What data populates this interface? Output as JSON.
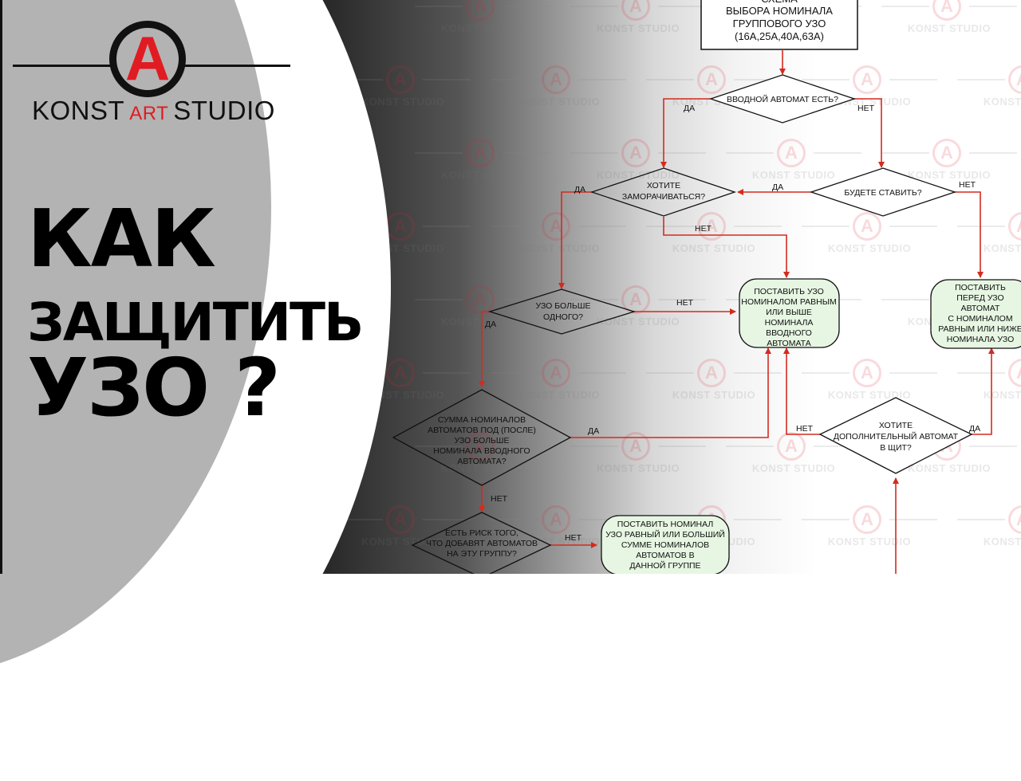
{
  "logo": {
    "letter": "A",
    "brand_left": "KONST",
    "brand_mid": "ART",
    "brand_right": "STUDIO",
    "accent_color": "#e11b22"
  },
  "title": {
    "line1": "КАК",
    "line2": "ЗАЩИТИТЬ",
    "line3": "УЗО ?"
  },
  "watermark": {
    "letter": "A",
    "text": "KONST STUDIO"
  },
  "flowchart": {
    "start_box": [
      "СХЕМА",
      "ВЫБОРА НОМИНАЛА",
      "ГРУППОВОГО УЗО",
      "(16А,25А,40А,63А)"
    ],
    "decisions": {
      "d1": [
        "ВВОДНОЙ АВТОМАТ ЕСТЬ?"
      ],
      "d2": [
        "ХОТИТЕ",
        "ЗАМОРАЧИВАТЬСЯ?"
      ],
      "d3": [
        "БУДЕТЕ СТАВИТЬ?"
      ],
      "d4": [
        "УЗО БОЛЬШЕ",
        "ОДНОГО?"
      ],
      "d5": [
        "СУММА НОМИНАЛОВ",
        "АВТОМАТОВ ПОД (ПОСЛЕ)",
        "УЗО БОЛЬШЕ",
        "НОМИНАЛА ВВОДНОГО",
        "АВТОМАТА?"
      ],
      "d6": [
        "ХОТИТЕ",
        "ДОПОЛНИТЕЛЬНЫЙ АВТОМАТ",
        "В ЩИТ?"
      ],
      "d7": [
        "ЕСТЬ РИСК ТОГО,",
        "ЧТО ДОБАВЯТ АВТОМАТОВ",
        "НА ЭТУ ГРУППУ?"
      ]
    },
    "results": {
      "r1": [
        "ПОСТАВИТЬ УЗО",
        "НОМИНАЛОМ РАВНЫМ",
        "ИЛИ ВЫШЕ",
        "НОМИНАЛА",
        "ВВОДНОГО",
        "АВТОМАТА"
      ],
      "r2": [
        "ПОСТАВИТЬ",
        "ПЕРЕД УЗО",
        "АВТОМАТ",
        "С НОМИНАЛОМ",
        "РАВНЫМ ИЛИ НИЖЕ",
        "НОМИНАЛА УЗО"
      ],
      "r3": [
        "ПОСТАВИТЬ НОМИНАЛ",
        "УЗО РАВНЫЙ ИЛИ БОЛЬШИЙ",
        "СУММЕ НОМИНАЛОВ",
        "АВТОМАТОВ В",
        "ДАННОЙ ГРУППЕ"
      ]
    },
    "labels": {
      "yes": "ДА",
      "no": "НЕТ"
    },
    "colors": {
      "connector": "#d42b1e",
      "result_fill": "#e6f6e2",
      "stroke": "#111111"
    }
  }
}
